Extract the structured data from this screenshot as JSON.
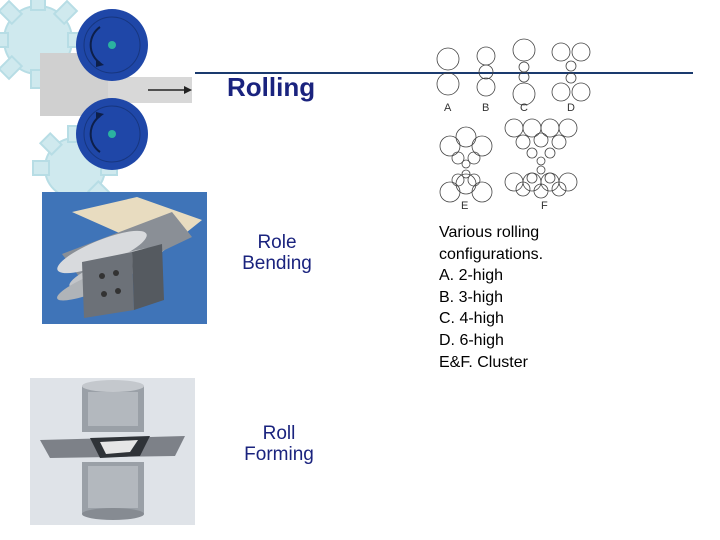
{
  "slide": {
    "title": "Rolling",
    "bending_label_line1": "Role",
    "bending_label_line2": "Bending",
    "forming_label_line1": "Roll",
    "forming_label_line2": "Forming",
    "config_caption": [
      "Various rolling",
      "configurations.",
      "A.  2-high",
      "B.  3-high",
      "C.  4-high",
      "D.  6-high",
      "E&F. Cluster"
    ],
    "config_letters": [
      "A",
      "B",
      "C",
      "D",
      "E",
      "F"
    ]
  },
  "colors": {
    "title": "#1a237e",
    "rule": "#1a3a6e",
    "roller_blue": "#1f47a8",
    "gear_teal": "#bfe3ea",
    "strip_gray": "#cfcfcf"
  }
}
